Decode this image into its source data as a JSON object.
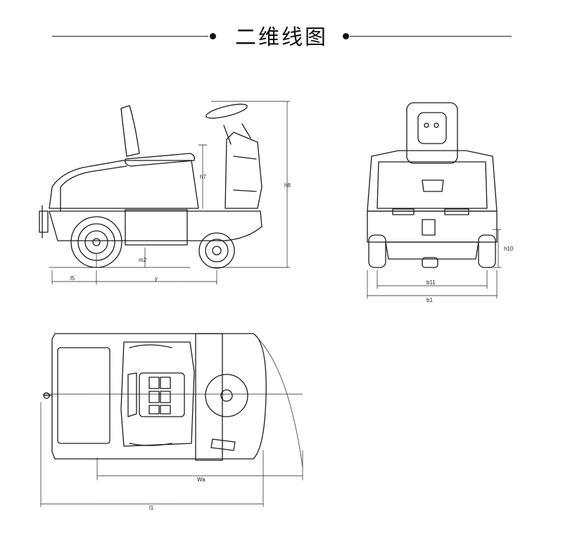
{
  "header": {
    "title": "二维线图"
  },
  "dimensions": {
    "side": {
      "h7": "h7",
      "h8": "h8",
      "m2": "m2",
      "l5": "l5",
      "y": "y"
    },
    "front": {
      "h10": "h10",
      "b11": "b11",
      "b1": "b1"
    },
    "top": {
      "Wa": "Wa",
      "l1": "l1"
    }
  }
}
